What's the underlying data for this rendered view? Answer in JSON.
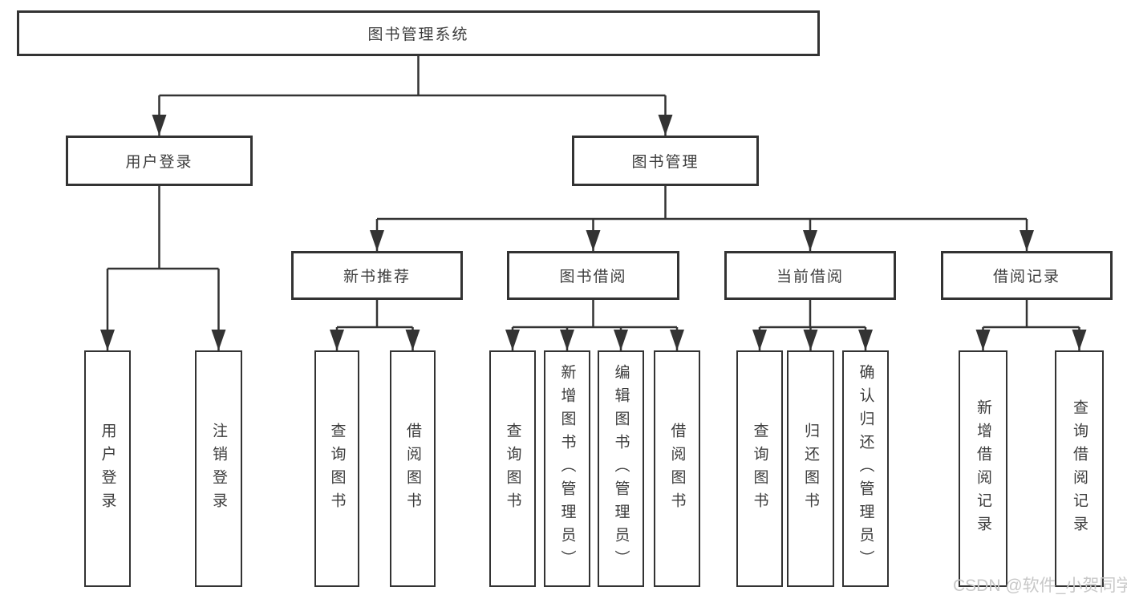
{
  "diagram": {
    "type": "tree",
    "root": {
      "label": "图书管理系统"
    },
    "children": [
      {
        "label": "用户登录",
        "children": [
          {
            "label": "用户登录"
          },
          {
            "label": "注销登录"
          }
        ]
      },
      {
        "label": "图书管理",
        "children": [
          {
            "label": "新书推荐",
            "children": [
              {
                "label": "查询图书"
              },
              {
                "label": "借阅图书"
              }
            ]
          },
          {
            "label": "图书借阅",
            "children": [
              {
                "label": "查询图书"
              },
              {
                "label": "新增图书（管理员）"
              },
              {
                "label": "编辑图书（管理员）"
              },
              {
                "label": "借阅图书"
              }
            ]
          },
          {
            "label": "当前借阅",
            "children": [
              {
                "label": "查询图书"
              },
              {
                "label": "归还图书"
              },
              {
                "label": "确认归还（管理员）"
              }
            ]
          },
          {
            "label": "借阅记录",
            "children": [
              {
                "label": "新增借阅记录"
              },
              {
                "label": "查询借阅记录"
              }
            ]
          }
        ]
      }
    ],
    "colors": {
      "line": "#333333",
      "text": "#3c3c3c",
      "background": "#ffffff",
      "watermark_text_color": "#c8c8c8"
    }
  },
  "watermark": {
    "text": "CSDN @软件_小贺同学"
  }
}
